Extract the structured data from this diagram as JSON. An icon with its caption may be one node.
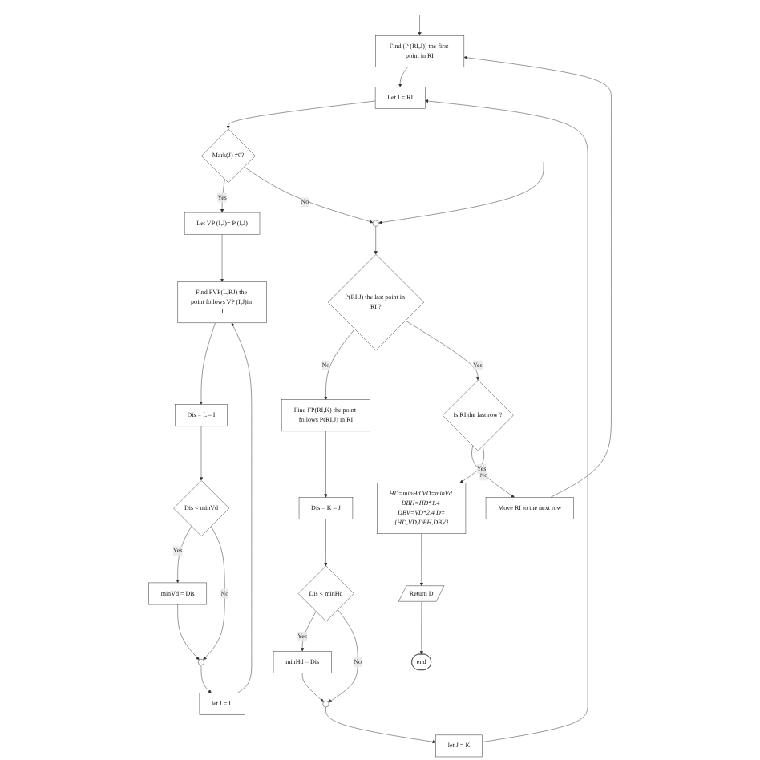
{
  "diagram": {
    "nodes": [
      {
        "text": [
          "Find (P (RI,J)) the first point in RI"
        ]
      },
      {
        "text": [
          "Let I = RI"
        ]
      },
      {
        "text": [
          "Mark(J) ≠0?"
        ]
      },
      {
        "text": [
          "Let VP (I,J)= P (I,J)"
        ]
      },
      {
        "text": [
          "Find FVP(L,RJ) the point follows VP (I,J)in J"
        ]
      },
      {
        "text": [
          "Dis = L – I"
        ]
      },
      {
        "text": [
          "Dis < minVd"
        ]
      },
      {
        "text": [
          "minVd = Dis"
        ]
      },
      {
        "text": [],
        "shape": "circle"
      },
      {
        "text": [
          "let I = L"
        ]
      },
      {
        "text": [
          "let J = K"
        ]
      },
      {
        "text": [],
        "shape": "circle"
      },
      {
        "text": [
          "minHd = Dis"
        ]
      },
      {
        "text": [
          "Dis < minHd"
        ]
      },
      {
        "text": [
          "Dis = K – J"
        ]
      },
      {
        "text": [
          "Find FP(RI,K) the point follows P(RI,J) in RI"
        ]
      },
      {
        "text": [
          "P(RI,J) the last point in RI ?"
        ]
      },
      {
        "text": [],
        "shape": "circle"
      },
      {
        "text": [
          "Move RI to the next row"
        ]
      },
      {
        "text": [
          "Is RI the last row ?"
        ]
      },
      {
        "text": [
          "HD=minHd VD=minVd DBH=HD*1.4 DBV=VD*2.4 D={HD,VD,DBH,DBV}"
        ]
      },
      {
        "text": [
          "Return D"
        ]
      },
      {
        "text": [
          "end"
        ]
      }
    ],
    "edges": [
      {
        "from": null,
        "to": 0,
        "arrow": "to"
      },
      {
        "from": 0,
        "to": 1,
        "arrow": "to"
      },
      {
        "from": 1,
        "to": 2,
        "arrow": "to"
      },
      {
        "from": 2,
        "to": 3,
        "arrow": "to",
        "label": "Yes"
      },
      {
        "from": 2,
        "to": 17,
        "arrow": "to",
        "label": "No"
      },
      {
        "from": 3,
        "to": 4,
        "arrow": "to"
      },
      {
        "from": 4,
        "to": 5,
        "arrow": "to"
      },
      {
        "from": 5,
        "to": 6,
        "arrow": "to"
      },
      {
        "from": 6,
        "to": 7,
        "arrow": "to",
        "label": "Yes"
      },
      {
        "from": 6,
        "to": 8,
        "arrow": "to",
        "label": "No"
      },
      {
        "from": 7,
        "to": 8,
        "arrow": "to"
      },
      {
        "from": 8,
        "to": 9,
        "arrow": "to"
      },
      {
        "from": 9,
        "to": 4,
        "arrow": "to"
      },
      {
        "from": null,
        "to": 17,
        "arrow": "to"
      },
      {
        "from": 17,
        "to": 16,
        "arrow": "to"
      },
      {
        "from": 16,
        "to": 15,
        "arrow": "to",
        "label": "No"
      },
      {
        "from": 16,
        "to": 19,
        "arrow": "to",
        "label": "Yes"
      },
      {
        "from": 15,
        "to": 14,
        "arrow": "to"
      },
      {
        "from": 14,
        "to": 13,
        "arrow": "to"
      },
      {
        "from": 13,
        "to": 12,
        "arrow": "to",
        "label": "Yes"
      },
      {
        "from": 13,
        "to": 11,
        "arrow": "to",
        "label": "No"
      },
      {
        "from": 12,
        "to": 11,
        "arrow": "to"
      },
      {
        "from": 11,
        "to": 10,
        "arrow": "to"
      },
      {
        "from": 10,
        "to": 1,
        "arrow": "to"
      },
      {
        "from": 19,
        "to": 18,
        "arrow": "to",
        "label": "No"
      },
      {
        "from": 19,
        "to": 20,
        "arrow": "to",
        "label": "Yes"
      },
      {
        "from": 18,
        "to": 0,
        "arrow": "to"
      },
      {
        "from": 20,
        "to": 21,
        "arrow": "to"
      },
      {
        "from": 21,
        "to": 22,
        "arrow": "to"
      }
    ]
  }
}
